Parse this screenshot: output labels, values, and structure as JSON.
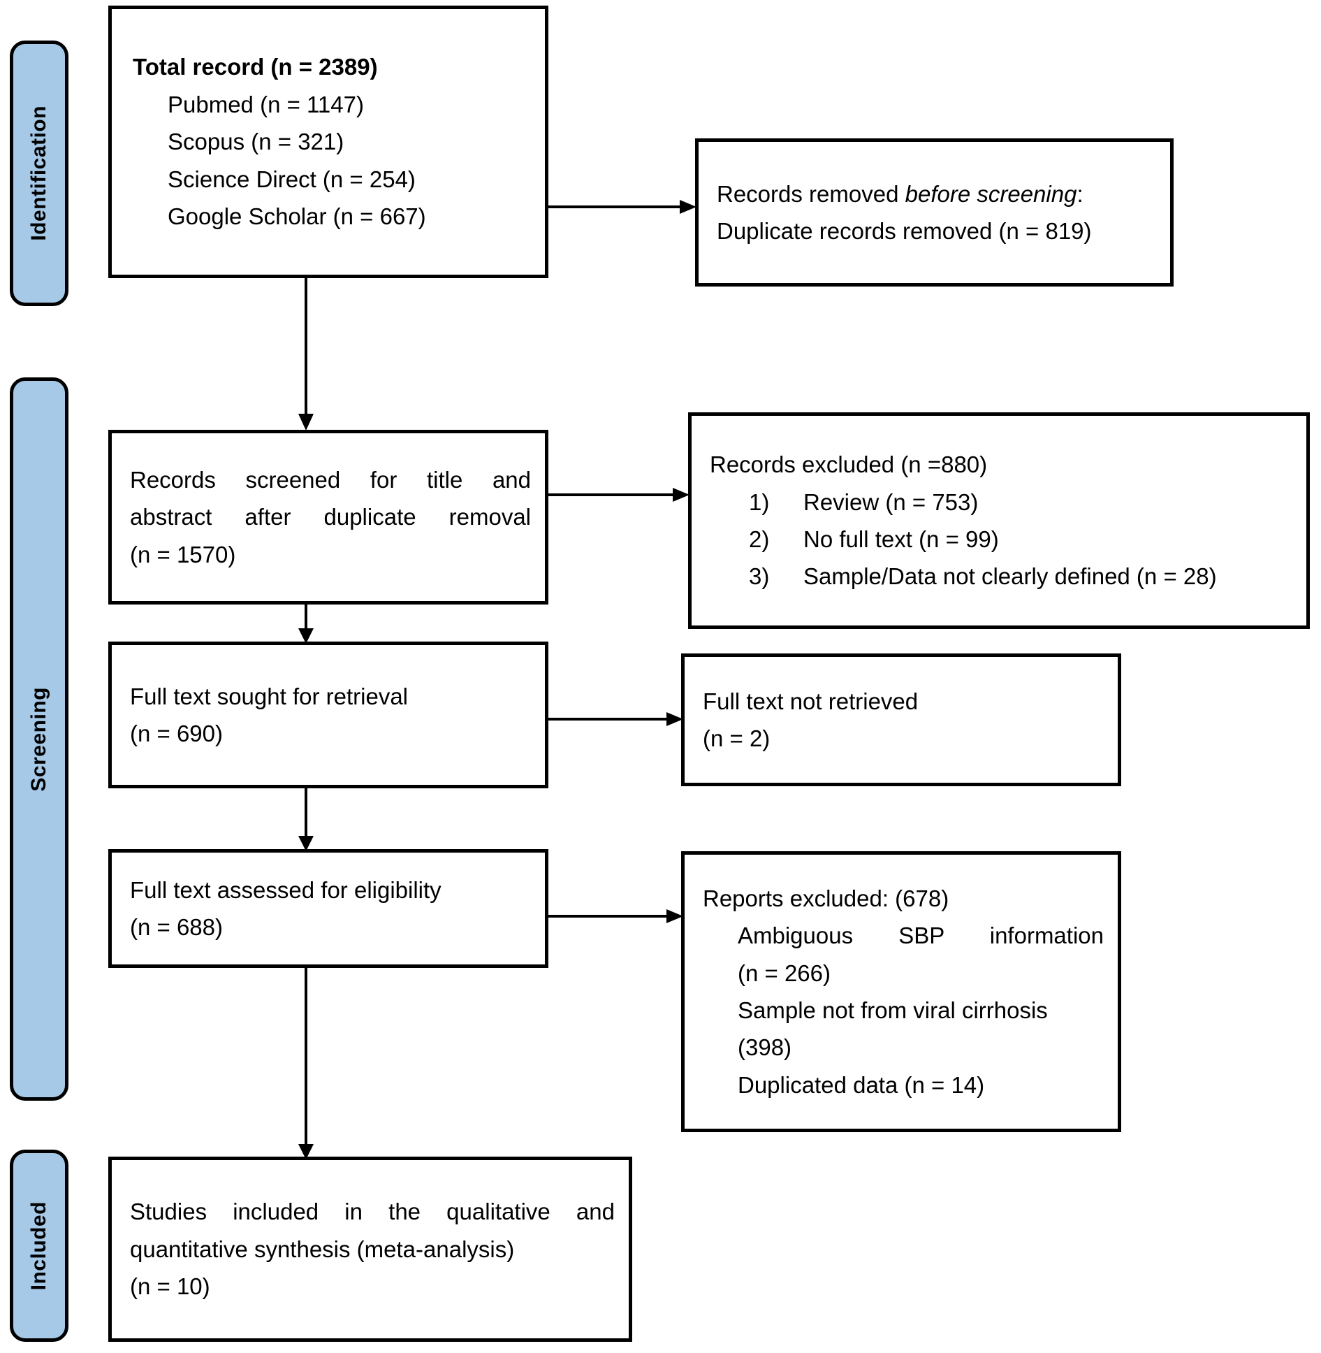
{
  "diagram": {
    "title": "PRISMA flow diagram",
    "accent_color": "#a6c9e8",
    "border_color": "#000000",
    "background_color": "#ffffff"
  },
  "stages": [
    {
      "id": "identification",
      "label": "Identification"
    },
    {
      "id": "screening",
      "label": "Screening"
    },
    {
      "id": "included",
      "label": "Included"
    }
  ],
  "boxes": {
    "total_records": {
      "heading": "Total record (n = 2389)",
      "sources": [
        "Pubmed    (n = 1147)",
        "Scopus     (n = 321)",
        "Science Direct (n = 254)",
        "Google Scholar (n = 667)"
      ]
    },
    "records_removed": {
      "line1_prefix": "Records removed ",
      "line1_italic": "before screening",
      "line1_suffix": ":",
      "line2": "Duplicate records removed (n = 819)"
    },
    "records_screened": {
      "line1": "Records screened for title and",
      "line2": "abstract   after duplicate removal",
      "line3": "(n = 1570)"
    },
    "records_excluded": {
      "heading": "Records excluded (n =880)",
      "items": [
        {
          "num": "1)",
          "text": "Review (n = 753)"
        },
        {
          "num": "2)",
          "text": "No full text (n = 99)"
        },
        {
          "num": "3)",
          "text": "Sample/Data not clearly defined (n = 28)"
        }
      ]
    },
    "full_text_sought": {
      "line1": "Full text sought for retrieval",
      "line2": "(n = 690)"
    },
    "full_text_not_retrieved": {
      "line1": "Full text not retrieved",
      "line2": "(n = 2)"
    },
    "full_text_assessed": {
      "line1": "Full text assessed for eligibility",
      "line2": "(n = 688)"
    },
    "reports_excluded": {
      "heading": "Reports excluded: (678)",
      "line1": "Ambiguous  SBP  information",
      "line2": "(n = 266)",
      "line3": "Sample not from viral cirrhosis",
      "line4": "(398)",
      "line5": "Duplicated data (n = 14)"
    },
    "studies_included": {
      "line1": "Studies included in the qualitative and",
      "line2": "quantitative synthesis (meta-analysis)",
      "line3": "(n = 10)"
    }
  }
}
